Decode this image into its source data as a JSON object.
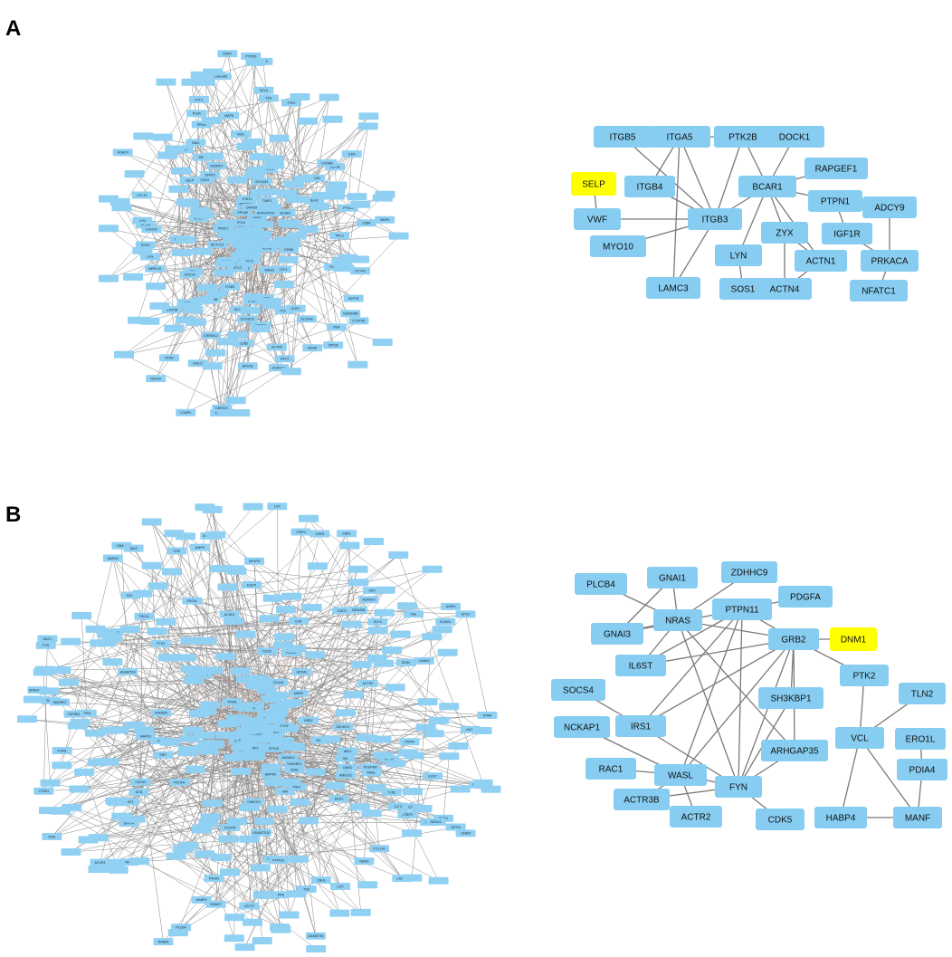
{
  "colors": {
    "node": "#87cdf1",
    "highlight": "#ffff00",
    "edge": "#7a7a7a"
  },
  "panels": [
    {
      "label": "A",
      "hub_nodes": [
        {
          "id": "ITGB5",
          "label": "ITGB5"
        },
        {
          "id": "ITGA5",
          "label": "ITGA5"
        },
        {
          "id": "PTK2B",
          "label": "PTK2B"
        },
        {
          "id": "DOCK1",
          "label": "DOCK1"
        },
        {
          "id": "SELP",
          "label": "SELP",
          "highlight": true
        },
        {
          "id": "RAPGEF1",
          "label": "RAPGEF1"
        },
        {
          "id": "ITGB4",
          "label": "ITGB4"
        },
        {
          "id": "BCAR1",
          "label": "BCAR1"
        },
        {
          "id": "ADCY9",
          "label": "ADCY9"
        },
        {
          "id": "PTPN1",
          "label": "PTPN1"
        },
        {
          "id": "VWF",
          "label": "VWF"
        },
        {
          "id": "ITGB3",
          "label": "ITGB3"
        },
        {
          "id": "ZYX",
          "label": "ZYX"
        },
        {
          "id": "IGF1R",
          "label": "IGF1R"
        },
        {
          "id": "MYO10",
          "label": "MYO10"
        },
        {
          "id": "LYN",
          "label": "LYN"
        },
        {
          "id": "ACTN1",
          "label": "ACTN1"
        },
        {
          "id": "PRKACA",
          "label": "PRKACA"
        },
        {
          "id": "SOS1",
          "label": "SOS1"
        },
        {
          "id": "LAMC3",
          "label": "LAMC3"
        },
        {
          "id": "ACTN4",
          "label": "ACTN4"
        },
        {
          "id": "NFATC1",
          "label": "NFATC1"
        }
      ],
      "hub_edges": [
        [
          "ITGA5",
          "ITGB4"
        ],
        [
          "ITGA5",
          "ITGB3"
        ],
        [
          "ITGA5",
          "LAMC3"
        ],
        [
          "ITGA5",
          "ITGB5"
        ],
        [
          "PTK2B",
          "BCAR1"
        ],
        [
          "PTK2B",
          "ITGB3"
        ],
        [
          "PTK2B",
          "ITGA5"
        ],
        [
          "DOCK1",
          "BCAR1"
        ],
        [
          "RAPGEF1",
          "BCAR1"
        ],
        [
          "BCAR1",
          "ITGB3"
        ],
        [
          "BCAR1",
          "PTPN1"
        ],
        [
          "BCAR1",
          "ZYX"
        ],
        [
          "BCAR1",
          "LYN"
        ],
        [
          "BCAR1",
          "ACTN1"
        ],
        [
          "ITGB4",
          "ITGB3"
        ],
        [
          "SELP",
          "VWF"
        ],
        [
          "VWF",
          "ITGB3"
        ],
        [
          "ITGB3",
          "MYO10"
        ],
        [
          "ITGB3",
          "LAMC3"
        ],
        [
          "ITGB3",
          "ITGB5"
        ],
        [
          "ZYX",
          "ACTN1"
        ],
        [
          "ZYX",
          "ACTN4"
        ],
        [
          "IGF1R",
          "PTPN1"
        ],
        [
          "IGF1R",
          "PRKACA"
        ],
        [
          "ADCY9",
          "PRKACA"
        ],
        [
          "PRKACA",
          "NFATC1"
        ],
        [
          "LYN",
          "SOS1"
        ],
        [
          "ACTN1",
          "ACTN4"
        ]
      ],
      "network_labels": [
        "CYB5A",
        "SGTA",
        "DNAJA3",
        "GADD45B",
        "GIGYF2",
        "SIF1A53",
        "SAMD9B",
        "PCGB",
        "DBT",
        "SH3RF2",
        "ZFP36",
        "ATP5I1A1",
        "LGLRAD2",
        "CNOT6L",
        "RDH10",
        "TPR1",
        "LAPTM4B",
        "RGNI",
        "DFNB",
        "SUCLA2",
        "DHRS21",
        "PTPRD",
        "PABPC4",
        "MRPL49",
        "NOVA2",
        "BRCA1",
        "RTTN",
        "DHRS9",
        "CCT43",
        "WNT5B",
        "LAMP3",
        "MIR33",
        "PUS1",
        "SLC1A1",
        "NGS",
        "ACTN4",
        "KIF27",
        "FAS",
        "SEPT8",
        "HMGCS1",
        "EXOSC8",
        "NFATC1",
        "LCMP2",
        "CCL19",
        "DPYD",
        "SFRP1",
        "ITGB5",
        "ITGA5",
        "PTK2B",
        "BCAR1",
        "SELP",
        "VWF",
        "ITGB3",
        "LYN",
        "ZYX",
        "IGF1R",
        "PRKACA",
        "TSH",
        "STAT3",
        "CD4",
        "PIKR",
        "ACAN",
        "HDAC4",
        "SOCS3",
        "BLA2",
        "GSN",
        "STOM",
        "MID1",
        "ANXA2",
        "CREB3L2",
        "TGLN3",
        "TALI",
        "LDB2",
        "EGR1",
        "PLEK",
        "SOLA",
        "FLT1",
        "MAPK",
        "RHOT",
        "PCDHGB7",
        "ARHGAP20",
        "DMP2",
        "NPAS",
        "BMP6",
        "CHST7",
        "TCEA3",
        "SLCA48",
        "MS4A",
        "CCRNA",
        "CYSTM1",
        "MOB1",
        "PAL3",
        "CHP1",
        "FMK2",
        "PPEF1",
        "FOXA2",
        "BCL3",
        "PRH2",
        "NOTCH1",
        "CDK17",
        "CEBP",
        "CDKN1A",
        "TIMP1",
        "ITGA4",
        "NID1",
        "DOCK4",
        "WNT3",
        "CDH1",
        "ETF1",
        "EPHA2"
      ],
      "network_seed": 11
    },
    {
      "label": "B",
      "hub_nodes": [
        {
          "id": "PLCB4",
          "label": "PLCB4"
        },
        {
          "id": "GNAI1",
          "label": "GNAI1"
        },
        {
          "id": "ZDHHC9",
          "label": "ZDHHC9"
        },
        {
          "id": "PDGFA",
          "label": "PDGFA"
        },
        {
          "id": "PTPN11",
          "label": "PTPN11"
        },
        {
          "id": "NRAS",
          "label": "NRAS"
        },
        {
          "id": "GNAI3",
          "label": "GNAI3"
        },
        {
          "id": "GRB2",
          "label": "GRB2"
        },
        {
          "id": "DNM1",
          "label": "DNM1",
          "highlight": true
        },
        {
          "id": "IL6ST",
          "label": "IL6ST"
        },
        {
          "id": "PTK2",
          "label": "PTK2"
        },
        {
          "id": "TLN2",
          "label": "TLN2"
        },
        {
          "id": "SOCS4",
          "label": "SOCS4"
        },
        {
          "id": "SH3KBP1",
          "label": "SH3KBP1"
        },
        {
          "id": "ERO1L",
          "label": "ERO1L"
        },
        {
          "id": "NCKAP1",
          "label": "NCKAP1"
        },
        {
          "id": "IRS1",
          "label": "IRS1"
        },
        {
          "id": "VCL",
          "label": "VCL"
        },
        {
          "id": "PDIA4",
          "label": "PDIA4"
        },
        {
          "id": "ARHGAP35",
          "label": "ARHGAP35"
        },
        {
          "id": "RAC1",
          "label": "RAC1"
        },
        {
          "id": "WASL",
          "label": "WASL"
        },
        {
          "id": "FYN",
          "label": "FYN"
        },
        {
          "id": "ACTR3B",
          "label": "ACTR3B"
        },
        {
          "id": "ACTR2",
          "label": "ACTR2"
        },
        {
          "id": "CDK5",
          "label": "CDK5"
        },
        {
          "id": "HABP4",
          "label": "HABP4"
        },
        {
          "id": "MANF",
          "label": "MANF"
        }
      ],
      "hub_edges": [
        [
          "PLCB4",
          "NRAS"
        ],
        [
          "GNAI1",
          "NRAS"
        ],
        [
          "GNAI1",
          "GNAI3"
        ],
        [
          "GNAI3",
          "NRAS"
        ],
        [
          "GNAI3",
          "PTPN11"
        ],
        [
          "ZDHHC9",
          "NRAS"
        ],
        [
          "PDGFA",
          "PTPN11"
        ],
        [
          "PTPN11",
          "GRB2"
        ],
        [
          "PTPN11",
          "IL6ST"
        ],
        [
          "PTPN11",
          "IRS1"
        ],
        [
          "PTPN11",
          "WASL"
        ],
        [
          "PTPN11",
          "FYN"
        ],
        [
          "NRAS",
          "GRB2"
        ],
        [
          "NRAS",
          "IL6ST"
        ],
        [
          "NRAS",
          "ARHGAP35"
        ],
        [
          "NRAS",
          "FYN"
        ],
        [
          "GRB2",
          "DNM1"
        ],
        [
          "GRB2",
          "PTK2"
        ],
        [
          "GRB2",
          "SH3KBP1"
        ],
        [
          "GRB2",
          "IRS1"
        ],
        [
          "GRB2",
          "WASL"
        ],
        [
          "GRB2",
          "IL6ST"
        ],
        [
          "GRB2",
          "FYN"
        ],
        [
          "GRB2",
          "ARHGAP35"
        ],
        [
          "PTK2",
          "VCL"
        ],
        [
          "TLN2",
          "VCL"
        ],
        [
          "SH3KBP1",
          "FYN"
        ],
        [
          "IRS1",
          "FYN"
        ],
        [
          "IRS1",
          "SOCS4"
        ],
        [
          "NCKAP1",
          "WASL"
        ],
        [
          "VCL",
          "HABP4"
        ],
        [
          "VCL",
          "MANF"
        ],
        [
          "ERO1L",
          "PDIA4"
        ],
        [
          "PDIA4",
          "MANF"
        ],
        [
          "HABP4",
          "MANF"
        ],
        [
          "RAC1",
          "WASL"
        ],
        [
          "WASL",
          "FYN"
        ],
        [
          "WASL",
          "ACTR3B"
        ],
        [
          "WASL",
          "ACTR2"
        ],
        [
          "FYN",
          "ARHGAP35"
        ],
        [
          "FYN",
          "CDK5"
        ],
        [
          "FYN",
          "ACTR3B"
        ]
      ],
      "network_labels": [
        "ADAMTS10",
        "ADAMTS9",
        "B3GALTL",
        "LECT2",
        "ADAMTS6",
        "SOCS2",
        "RHOA",
        "CMKLR1",
        "ITPKB",
        "SLC5A3",
        "DCN",
        "FBN1",
        "ACSL5",
        "SCD5",
        "AMIGO2",
        "TMEM45B",
        "FAM83H",
        "LAMB1",
        "HIP1",
        "MARK2",
        "TLN2",
        "VCL",
        "GRB2",
        "PTPN11",
        "NRAS",
        "FYN",
        "WASL",
        "IRS1",
        "PTK2",
        "DNM1",
        "IL6ST",
        "CDK5",
        "ACTR2",
        "SOCS4",
        "PDIA4",
        "HABP4",
        "MANF",
        "RAC1",
        "GNAI1",
        "GNAI3",
        "PDGFA",
        "PLCB4",
        "ZDHHC9",
        "ERO1L",
        "SH3KBP1",
        "ARHGAP35",
        "NCKAP1",
        "ACTR3B",
        "TPM1",
        "MYH9",
        "COL1A1",
        "ACTB",
        "CAV1",
        "SPRY4",
        "TRIO",
        "PIK3R1",
        "SHC1",
        "SOS2",
        "BCL2",
        "AKT1",
        "CDC42",
        "EZR",
        "PXN",
        "ITGB1",
        "LCK",
        "STAT1",
        "JAK2",
        "MAPK3",
        "RAF1",
        "CBL",
        "EGFR",
        "PDGFRB",
        "KIT",
        "SRC",
        "CSK",
        "ABL1",
        "CRK",
        "DOCK2",
        "ELMO1",
        "VAV1",
        "TIAM1",
        "RHOB",
        "RAB5A",
        "EEA1",
        "SNX9",
        "CLTC",
        "AP2M1",
        "SYNJ1",
        "AMPH",
        "ITSN1",
        "EPS15",
        "HGS",
        "STAM",
        "USP8",
        "CBLB",
        "NEDD4",
        "SMURF2",
        "SMAD7",
        "TGFBR1",
        "BMPR2",
        "ACVR1",
        "SKI",
        "ZEB1",
        "SNAI2",
        "TWIST1",
        "VIM",
        "FN1",
        "SPARC",
        "THBS1",
        "TNC",
        "POSTN",
        "LOX",
        "P4HA1",
        "PLOD2",
        "SERPINH1",
        "MMP2",
        "TIMP2",
        "CTGF",
        "CYR61",
        "SDC1",
        "GPC3",
        "HSPG2",
        "AGRN",
        "NID2",
        "LAMA4",
        "COL4A1",
        "COL6A3",
        "FBLN1",
        "EFEMP1",
        "MFAP5",
        "ELN",
        "LTBP2",
        "LTBP4",
        "ADAM12",
        "ADAM19",
        "KLF4",
        "EGR3"
      ],
      "network_seed": 23
    }
  ]
}
